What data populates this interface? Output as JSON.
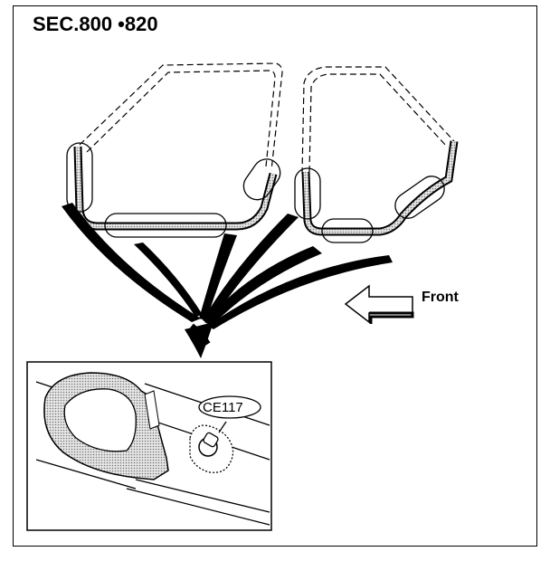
{
  "title": "SEC.800 •820",
  "direction_label": "Front",
  "connector_label": "CE117",
  "icons": {
    "direction_arrow": "left-arrow-icon",
    "pointer_arrow": "down-arrow-icon"
  },
  "colors": {
    "line": "#000000",
    "shading": "#bdbdbd",
    "highlight": "#d8d8d8"
  }
}
